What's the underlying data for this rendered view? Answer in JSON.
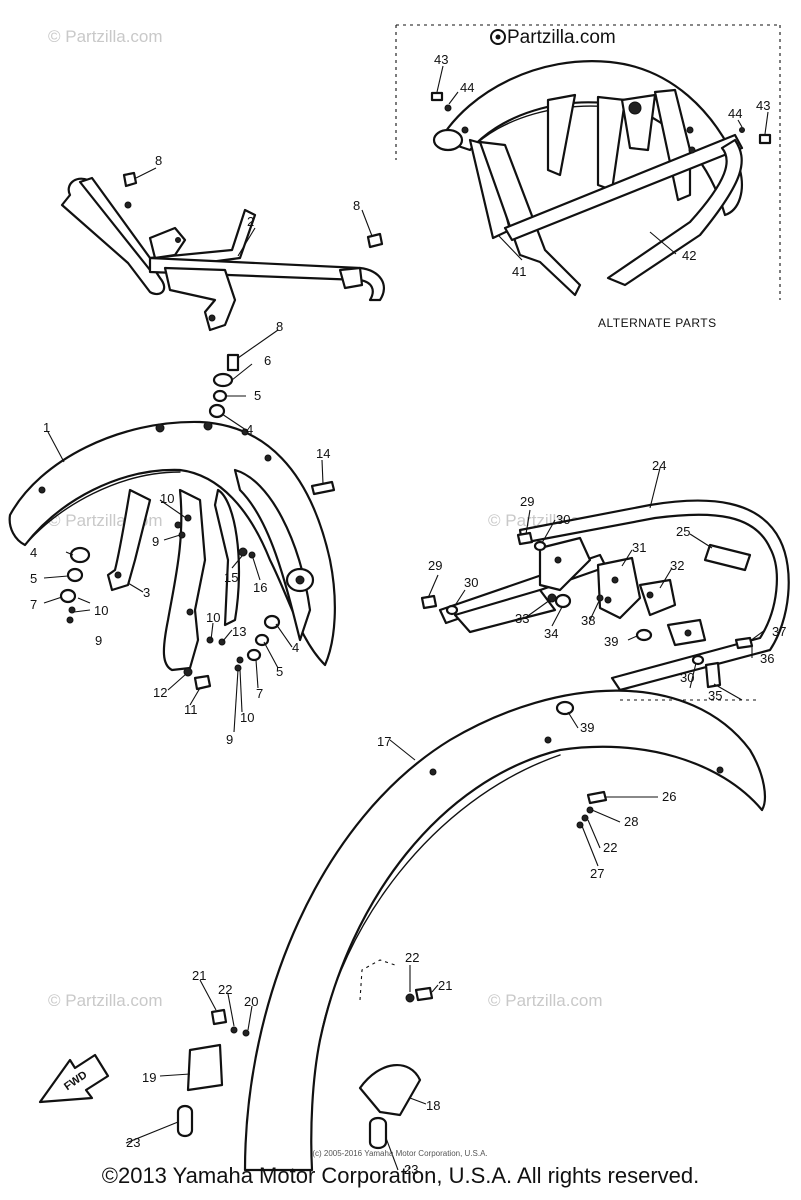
{
  "brand": "Partzilla.com",
  "watermark": "© Partzilla.com",
  "alternate_parts_label": "ALTERNATE PARTS",
  "fwd_label": "FWD",
  "fine_print": "(c) 2005-2016 Yamaha Motor Corporation, U.S.A.",
  "copyright": "©2013 Yamaha Motor Corporation, U.S.A. All rights reserved.",
  "callouts": [
    "1",
    "2",
    "3",
    "4",
    "4",
    "4",
    "5",
    "5",
    "5",
    "6",
    "7",
    "7",
    "8",
    "8",
    "8",
    "9",
    "9",
    "9",
    "10",
    "10",
    "10",
    "10",
    "11",
    "12",
    "13",
    "14",
    "15",
    "16",
    "17",
    "18",
    "19",
    "20",
    "21",
    "21",
    "22",
    "22",
    "22",
    "23",
    "23",
    "24",
    "25",
    "26",
    "27",
    "28",
    "29",
    "29",
    "30",
    "30",
    "30",
    "31",
    "32",
    "33",
    "34",
    "35",
    "36",
    "37",
    "38",
    "39",
    "39",
    "41",
    "42",
    "43",
    "43",
    "44",
    "44"
  ]
}
